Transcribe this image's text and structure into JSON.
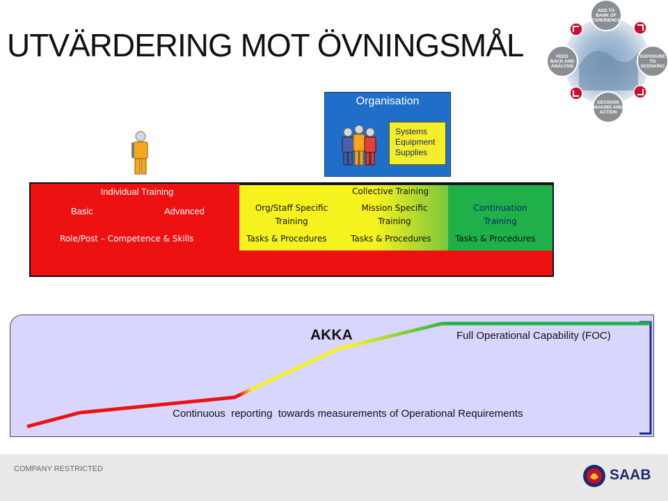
{
  "title": "UTVÄRDERING MOT ÖVNINGSMÅL",
  "cycle": {
    "labels": [
      "ADD TO BANK OF EXPERIENCE",
      "EXPOSURE TO SCENARIO",
      "DECISION MAKING AND ACTION",
      "FEED BACK AND ANALYSIS"
    ],
    "accent": "#c8102e"
  },
  "organisation": {
    "title": "Organisation",
    "items": [
      "Systems",
      "Equipment",
      "Supplies"
    ],
    "color": "#1f6fc8",
    "inner_color": "#f4ee2a"
  },
  "training": {
    "individual": {
      "label": "Individual Training",
      "basic": "Basic",
      "advanced": "Advanced",
      "competence": "Role/Post – Competence & Skills",
      "color": "#ee1111"
    },
    "collective_label": "Collective Training",
    "org_staff": {
      "label_1": "Org/Staff Specific",
      "label_2": "Training",
      "tasks": "Tasks & Procedures"
    },
    "mission": {
      "label_1": "Mission Specific",
      "label_2": "Training",
      "tasks": "Tasks & Procedures"
    },
    "continuation": {
      "label_1": "Continuation",
      "label_2": "Training",
      "tasks": "Tasks & Procedures",
      "color": "#1fb04a"
    },
    "yellow": "#f6f21e"
  },
  "capability": {
    "akka": "AKKA",
    "foc": "Full Operational Capability (FOC)",
    "reporting": "Continuous  reporting  towards measurements of Operational Requirements",
    "panel_color": "#d8d6ff"
  },
  "footer": {
    "restricted": "COMPANY RESTRICTED",
    "brand": "SAAB"
  }
}
